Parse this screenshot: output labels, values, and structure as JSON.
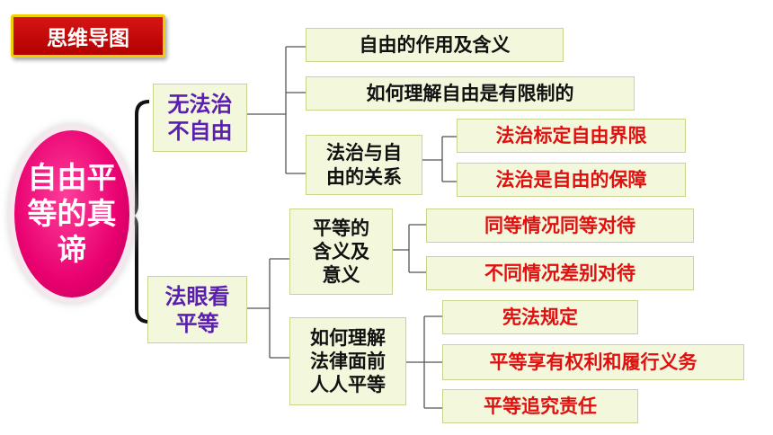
{
  "header": {
    "title": "思维导图"
  },
  "center": {
    "lines": [
      "自由平",
      "等的真",
      "谛"
    ]
  },
  "branch1": {
    "lines": [
      "无法治",
      "不自由"
    ],
    "child1": "自由的作用及含义",
    "child2": "如何理解自由是有限制的",
    "child3": {
      "lines": [
        "法治与自",
        "由的关系"
      ],
      "leaf1": "法治标定自由界限",
      "leaf2": "法治是自由的保障"
    }
  },
  "branch2": {
    "lines": [
      "法眼看",
      "平等"
    ],
    "child1": {
      "lines": [
        "平等的",
        "含义及",
        "意义"
      ],
      "leaf1": "同等情况同等对待",
      "leaf2": "不同情况差别对待"
    },
    "child2": {
      "lines": [
        "如何理解",
        "法律面前",
        "人人平等"
      ],
      "leaf1": "宪法规定",
      "leaf2": "平等享有权利和履行义务",
      "leaf3": "平等追究责任"
    }
  },
  "colors": {
    "leaf_text": "#e01010",
    "branch_text": "#5a1fb0",
    "box_fill": "#f3f7dc",
    "center_fill": "#e8006f",
    "badge_fill": "#c80000"
  }
}
